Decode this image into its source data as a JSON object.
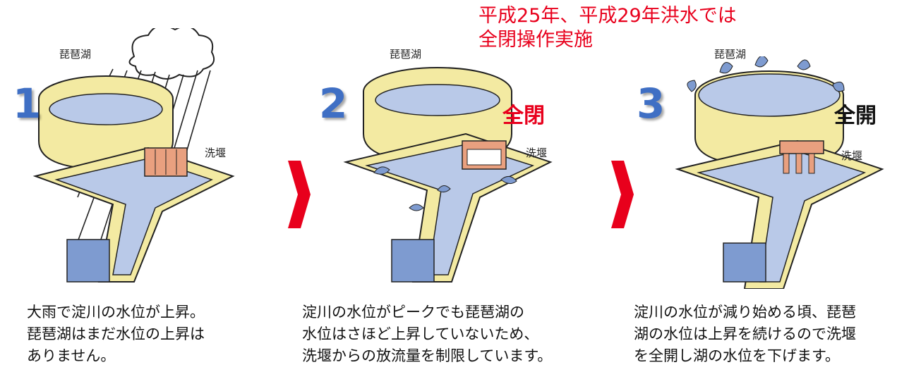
{
  "note": {
    "line1": "平成25年、平成29年洪水では",
    "line2": "全閉操作実施"
  },
  "panels": [
    {
      "number": "1",
      "lake_label": "琵琶湖",
      "weir_label": "洗堰",
      "status": "",
      "caption": [
        "大雨で淀川の水位が上昇。",
        "琵琶湖はまだ水位の上昇は",
        "ありません。"
      ]
    },
    {
      "number": "2",
      "lake_label": "琵琶湖",
      "weir_label": "洗堰",
      "status": "全閉",
      "status_color": "#e8001c",
      "caption": [
        "淀川の水位がピークでも琵琶湖の",
        "水位はさほど上昇していないため、",
        "洗堰からの放流量を制限しています。"
      ]
    },
    {
      "number": "3",
      "lake_label": "琵琶湖",
      "weir_label": "洗堰",
      "status": "全開",
      "status_color": "#111111",
      "caption": [
        "淀川の水位が減り始める頃、琵琶",
        "湖の水位は上昇を続けるので洗堰",
        "を全開し湖の水位を下げます。"
      ]
    }
  ],
  "colors": {
    "wall": "#f3eaa2",
    "wall_dark": "#d8ca76",
    "water": "#b9c9e8",
    "water_dark": "#7e9bd0",
    "gate": "#e9a07f",
    "arrow": "#e8001c",
    "number": "#3f6fc4"
  }
}
